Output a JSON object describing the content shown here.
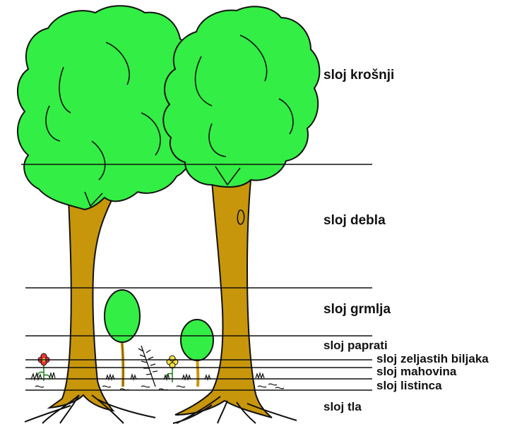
{
  "labels": {
    "canopy": "sloj krošnji",
    "trunk": "sloj debla",
    "shrub": "sloj grmlja",
    "fern": "sloj paprati",
    "herb": "sloj zeljastih biljaka",
    "moss": "sloj mahovina",
    "litter": "sloj listinca",
    "soil": "sloj tla"
  },
  "colors": {
    "foliage": "#33ee44",
    "trunk": "#c8960a",
    "outline": "#111111",
    "flower_red": "#ee3333",
    "flower_yellow": "#f2e040"
  }
}
